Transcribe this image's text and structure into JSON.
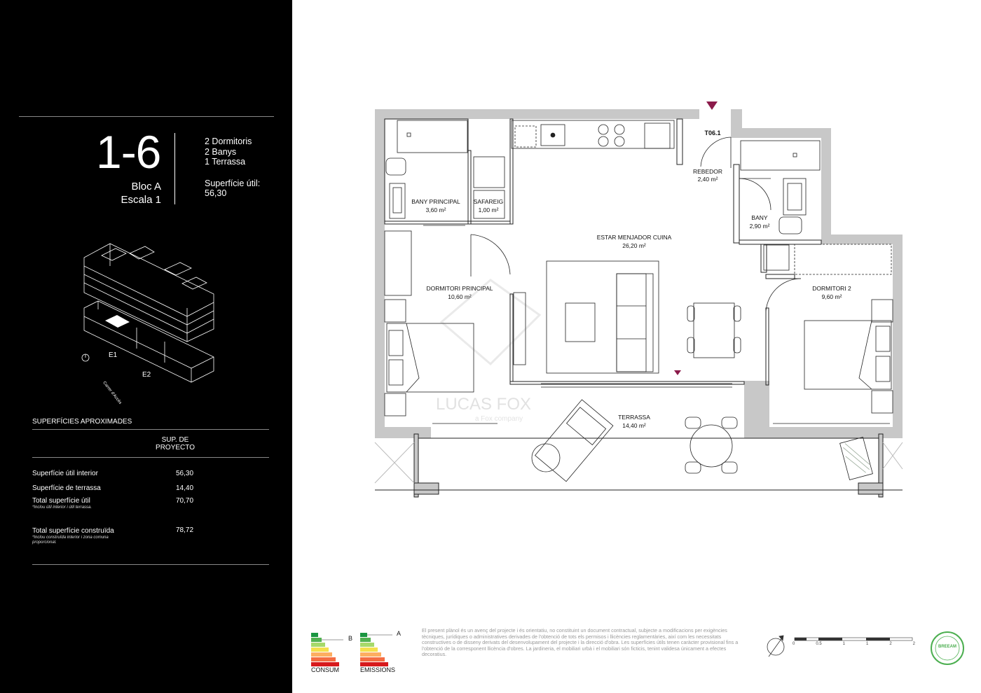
{
  "unit": {
    "number": "1-6",
    "bloc": "Bloc A",
    "escala": "Escala 1",
    "features": [
      "2 Dormitoris",
      "2 Banys",
      "1 Terrassa"
    ],
    "surface_label": "Superfície útil:",
    "surface_value": "56,30"
  },
  "locator": {
    "e1": "E1",
    "e2": "E2",
    "street": "Carrer d'Accés"
  },
  "areas": {
    "title": "SUPERFÍCIES APROXIMADES",
    "column_header": "SUP. DE PROYECTO",
    "rows": [
      {
        "label": "Superfície útil interior",
        "value": "56,30",
        "note": ""
      },
      {
        "label": "Superfície de terrassa",
        "value": "14,40",
        "note": ""
      },
      {
        "label": "Total superfície útil",
        "value": "70,70",
        "note": "*Inclou útil interior i útil terrassa."
      },
      {
        "label": "Total superfície construïda",
        "value": "78,72",
        "note": "*Inclou construïda interior i zona comuna proporcional."
      }
    ]
  },
  "rooms": {
    "bany_principal": {
      "name": "BANY PRINCIPAL",
      "area": "3,60 m²"
    },
    "safareig": {
      "name": "SAFAREIG",
      "area": "1,00 m²"
    },
    "rebedor": {
      "name": "REBEDOR",
      "area": "2,40 m²"
    },
    "bany": {
      "name": "BANY",
      "area": "2,90 m²"
    },
    "estar": {
      "name": "ESTAR MENJADOR CUINA",
      "area": "26,20 m²"
    },
    "dormitori_principal": {
      "name": "DORMITORI PRINCIPAL",
      "area": "10,60 m²"
    },
    "dormitori_2": {
      "name": "DORMITORI 2",
      "area": "9,60 m²"
    },
    "terrassa": {
      "name": "TERRASSA",
      "area": "14,40 m²"
    }
  },
  "entry_code": "T06.1",
  "watermark": {
    "brand": "LUCAS FOX",
    "tagline": "a Fox company"
  },
  "energy": {
    "consum": {
      "label": "CONSUM",
      "rating": "B"
    },
    "emissions": {
      "label": "EMISSIONS",
      "rating": "A"
    },
    "colors": [
      "#1a9641",
      "#52b151",
      "#a6d96a",
      "#f4e04d",
      "#fdae61",
      "#f46d43",
      "#d7191c"
    ]
  },
  "legal": "El present plànol és un avenç del projecte i és orientatiu, no constituint un document contractual, subjecte a modificacions per exigències tècniques, jurídiques o administratives derivades de l'obtenció de tots els permisos i llicències reglamentàries, així com les necessitats constructives o de disseny derivats del desenvolupament del projecte i la direcció d'obra. Les superfícies útils tenen caràcter provisional fins a l'obtenció de la corresponent llicència d'obres. La jardineria, el mobiliari urbà i el mobiliari són ficticis, tenint validesa únicament a efectes decoratius.",
  "scale": {
    "ticks": [
      "0",
      "0.5",
      "1",
      "1",
      "2",
      "2"
    ]
  },
  "breeam": "BREEAM",
  "accent": "#8b1a4a"
}
